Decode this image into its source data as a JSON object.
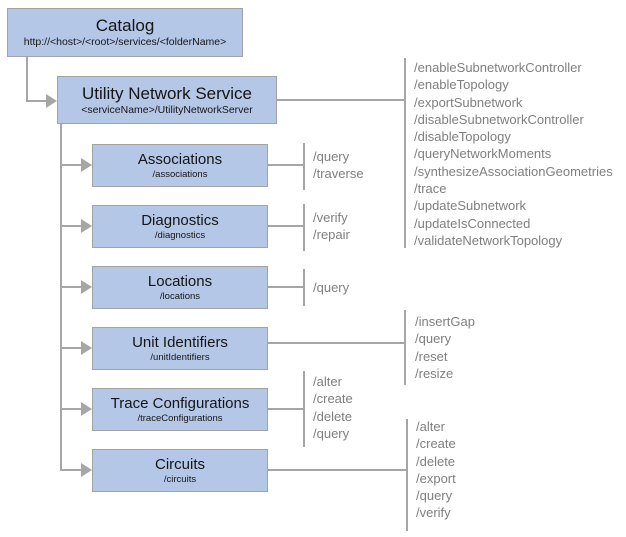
{
  "colors": {
    "box_fill": "#b4c7e7",
    "box_border": "#a3a3a3",
    "line": "#a6a6a6",
    "ops_text": "#7f7f7f",
    "title_text": "#151515"
  },
  "catalog": {
    "title": "Catalog",
    "subtitle": "http://<host>/<root>/services/<folderName>"
  },
  "service": {
    "title": "Utility Network Service",
    "subtitle": "<serviceName>/UtilityNetworkServer",
    "operations": [
      "/enableSubnetworkController",
      "/enableTopology",
      "/exportSubnetwork",
      "/disableSubnetworkController",
      "/disableTopology",
      "/queryNetworkMoments",
      "/synthesizeAssociationGeometries",
      "/trace",
      "/updateSubnetwork",
      "/updateIsConnected",
      "/validateNetworkTopology"
    ]
  },
  "resources": [
    {
      "title": "Associations",
      "subtitle": "/associations",
      "operations": [
        "/query",
        "/traverse"
      ]
    },
    {
      "title": "Diagnostics",
      "subtitle": "/diagnostics",
      "operations": [
        "/verify",
        "/repair"
      ]
    },
    {
      "title": "Locations",
      "subtitle": "/locations",
      "operations": [
        "/query"
      ]
    },
    {
      "title": "Unit Identifiers",
      "subtitle": "/unitIdentifiers",
      "operations": [
        "/insertGap",
        "/query",
        "/reset",
        "/resize"
      ]
    },
    {
      "title": "Trace Configurations",
      "subtitle": "/traceConfigurations",
      "operations": [
        "/alter",
        "/create",
        "/delete",
        "/query"
      ]
    },
    {
      "title": "Circuits",
      "subtitle": "/circuits",
      "operations": [
        "/alter",
        "/create",
        "/delete",
        "/export",
        "/query",
        "/verify"
      ]
    }
  ]
}
